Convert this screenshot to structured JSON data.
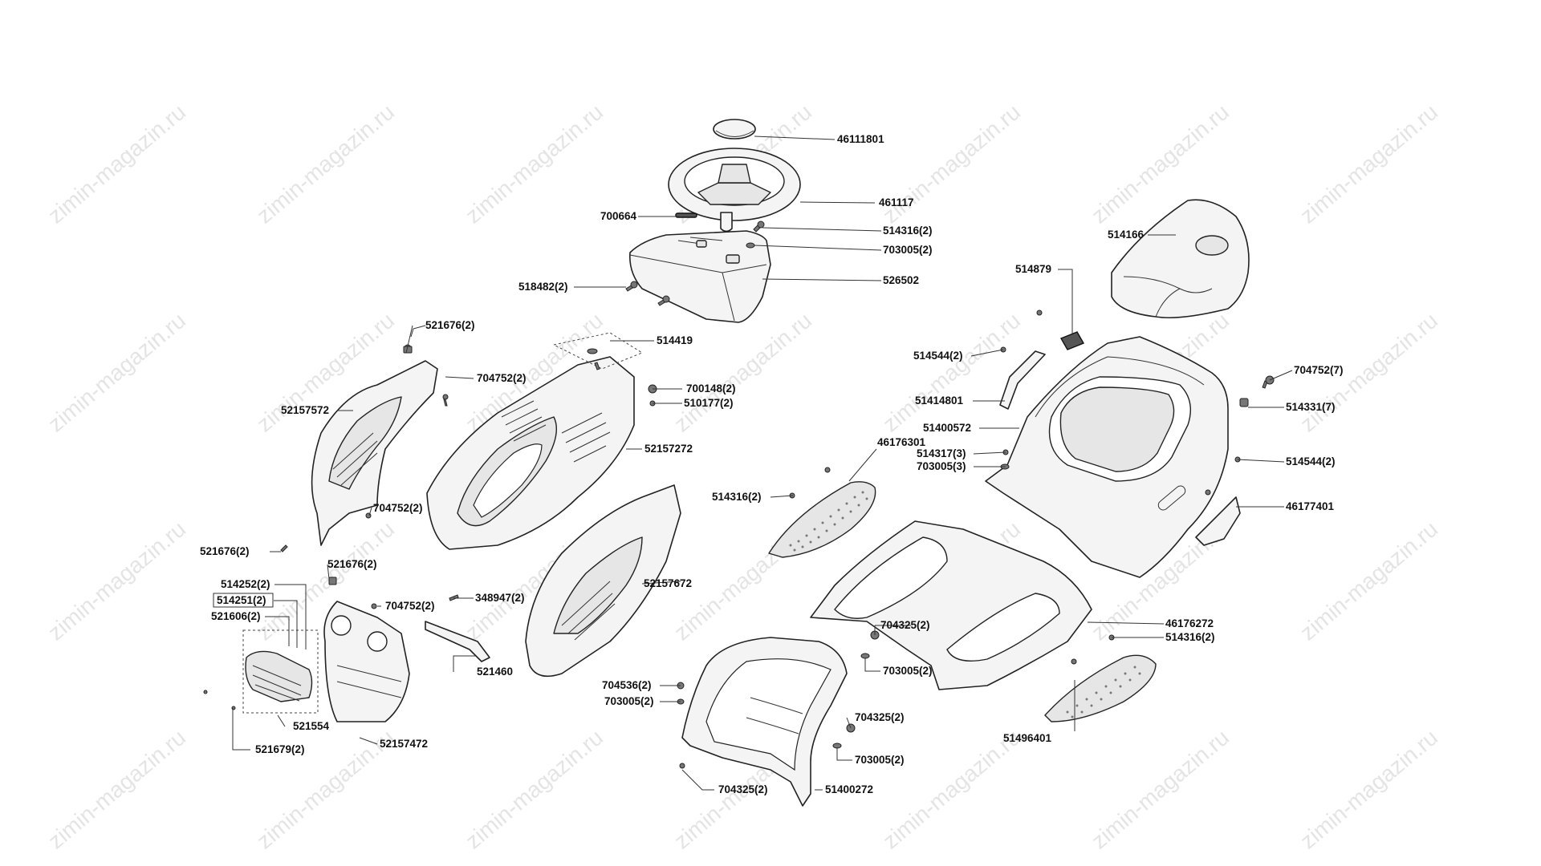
{
  "watermark": "zimin-magazin.ru",
  "labels": {
    "l46111801": "46111801",
    "l461117": "461117",
    "l700664": "700664",
    "l514316_2a": "514316(2)",
    "l703005_2a": "703005(2)",
    "l518482_2": "518482(2)",
    "l526502": "526502",
    "l514166": "514166",
    "l514879": "514879",
    "l521676_2a": "521676(2)",
    "l514419": "514419",
    "l704752_2a": "704752(2)",
    "l700148_2": "700148(2)",
    "l510177_2": "510177(2)",
    "l52157572": "52157572",
    "l52157272": "52157272",
    "l514544_2a": "514544(2)",
    "l704752_7": "704752(7)",
    "l51414801": "51414801",
    "l514331_7": "514331(7)",
    "l51400572": "51400572",
    "l46176301": "46176301",
    "l514317_3": "514317(3)",
    "l703005_3": "703005(3)",
    "l514544_2b": "514544(2)",
    "l514316_2b": "514316(2)",
    "l46177401": "46177401",
    "l704752_2b": "704752(2)",
    "l521676_2b": "521676(2)",
    "l521676_2c": "521676(2)",
    "l514252_2": "514252(2)",
    "l514251_2": "514251(2)",
    "l521606_2": "521606(2)",
    "l704752_2c": "704752(2)",
    "l348947_2": "348947(2)",
    "l52157672": "52157672",
    "l704325_2a": "704325(2)",
    "l46176272": "46176272",
    "l514316_2c": "514316(2)",
    "l521460": "521460",
    "l703005_2b": "703005(2)",
    "l704536_2": "704536(2)",
    "l703005_2c": "703005(2)",
    "l521554": "521554",
    "l704325_2b": "704325(2)",
    "l51496401": "51496401",
    "l52157472": "52157472",
    "l703005_2d": "703005(2)",
    "l521679_2": "521679(2)",
    "l704325_2c": "704325(2)",
    "l51400272": "51400272"
  }
}
